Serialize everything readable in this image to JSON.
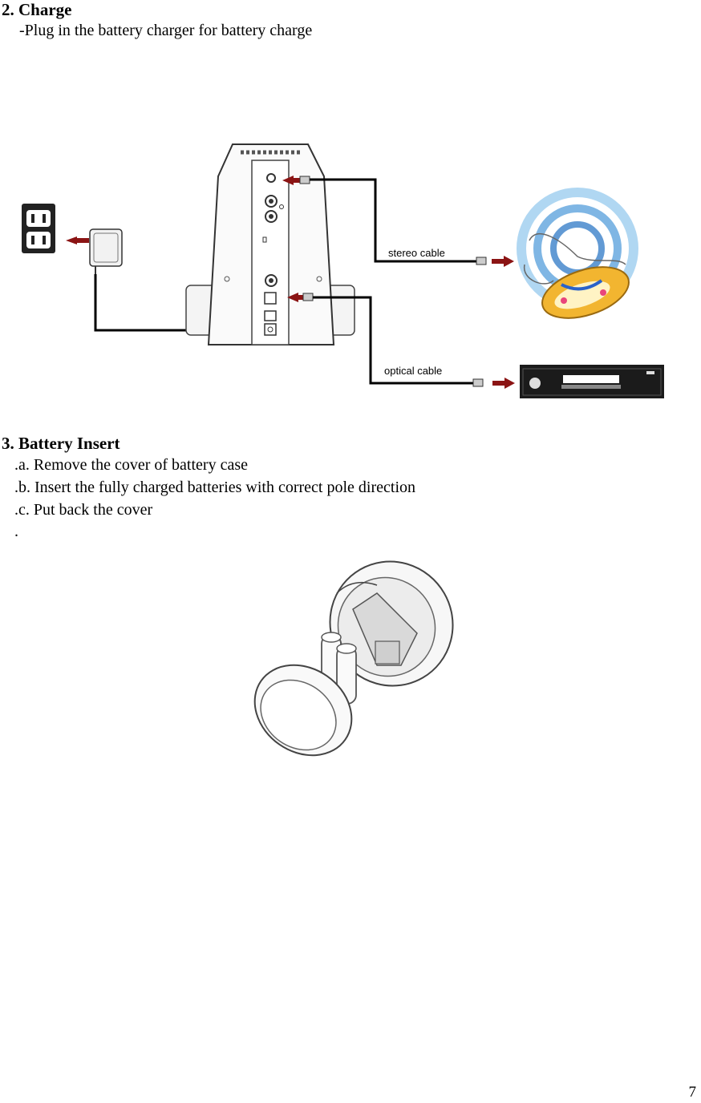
{
  "section_charge": {
    "title": "2. Charge",
    "line": "-Plug in the battery charger for battery charge"
  },
  "diagram_labels": {
    "stereo": "stereo cable",
    "optical": "optical cable"
  },
  "section_battery": {
    "title": "3. Battery Insert",
    "step_a": ".a. Remove the cover of battery case",
    "step_b": ".b. Insert the fully charged batteries with correct pole direction",
    "step_c": ".c. Put back the cover",
    "step_d": "."
  },
  "page_number": "7",
  "colors": {
    "arrow": "#8b1414",
    "cable": "#000000",
    "wave": "#6fb6e8",
    "device": "#f2b530"
  }
}
